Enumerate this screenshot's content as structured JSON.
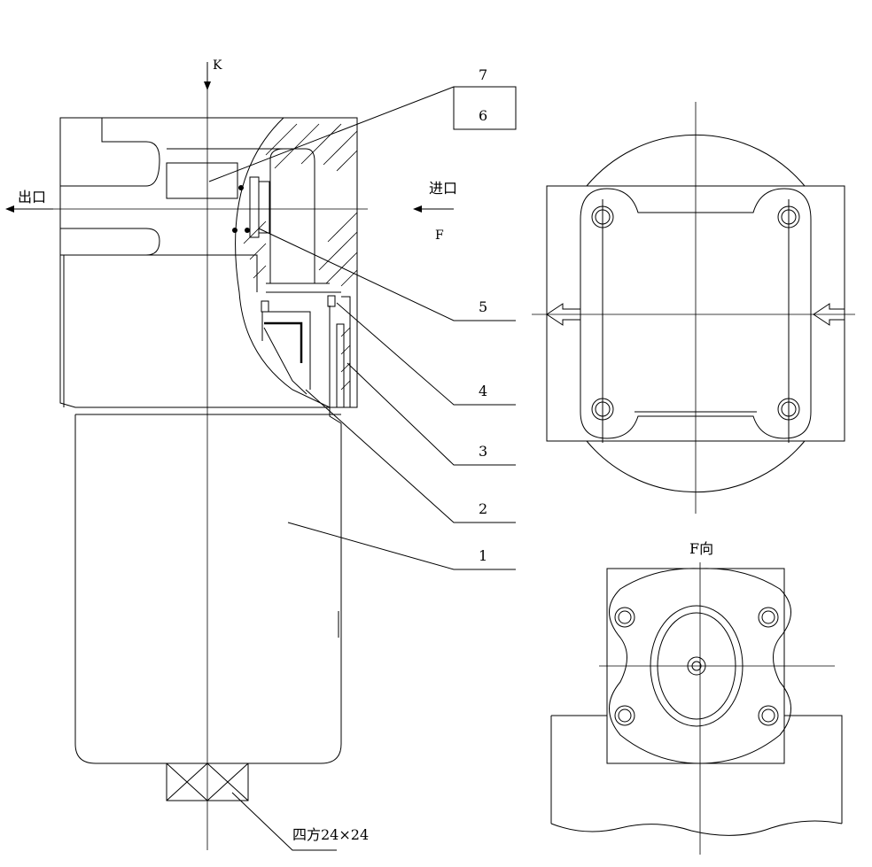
{
  "labels": {
    "view_k": "K",
    "outlet": "出口",
    "inlet": "进口",
    "view_f": "F",
    "view_f_title": "F向",
    "square_note": "四方24×24"
  },
  "callouts": [
    "7",
    "6",
    "5",
    "4",
    "3",
    "2",
    "1"
  ]
}
